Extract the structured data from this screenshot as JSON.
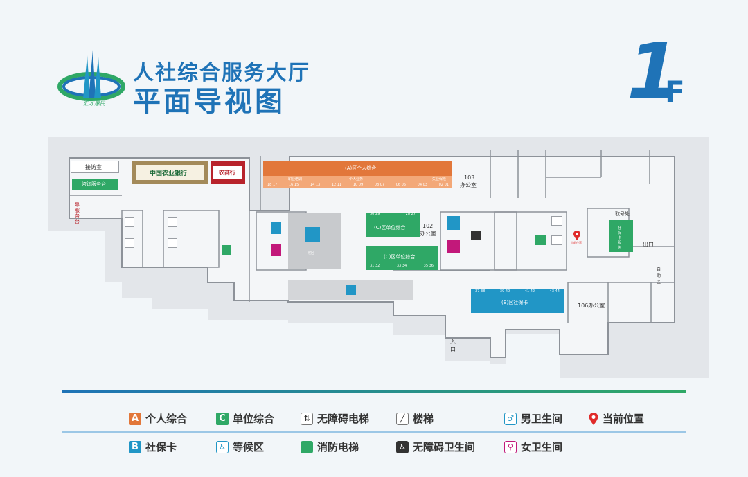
{
  "header": {
    "logo_text": "汇才惠民",
    "title_line1": "人社综合服务大厅",
    "title_line2": "平面导视图",
    "floor_number": "1",
    "floor_suffix": "F"
  },
  "map": {
    "reception": "接访室",
    "consult_desk": "咨询服务台",
    "abc_bank": "中国农业银行",
    "other_bank": "农商行",
    "vertical_tag": "导服务台",
    "a_area_title": "(A)区个人综合",
    "a_sub1": "职业培训",
    "a_sub2": "个人业务",
    "a_sub3": "失业保险",
    "a_windows": [
      "18 17",
      "16 15",
      "14 13",
      "12 11",
      "10 09",
      "08 07",
      "06 05",
      "04 03",
      "02 01"
    ],
    "office_103_num": "103",
    "office_103_text": "办公室",
    "office_102_num": "102",
    "office_102_text": "办公室",
    "office_106": "106办公室",
    "c_top_title": "(C)区单位综合",
    "c_top_windows": [
      "30 29",
      "28 27"
    ],
    "c_bottom_title": "(C)区单位综合",
    "c_bottom_windows": [
      "31 32",
      "33 34",
      "35 36"
    ],
    "b_area_title": "(B)区社保卡",
    "b_windows": [
      "37 38",
      "39 40",
      "41 42",
      "43 44"
    ],
    "waiting_center": "候区",
    "number_machine": "取号处",
    "service_tag": "社保卡服务",
    "current_position": "当前位置",
    "exit": "出口",
    "entrance": "入口",
    "self_service": "自助区"
  },
  "legend": [
    {
      "icon": "letter-a-badge",
      "badge": "A",
      "label": "个人综合",
      "color": "#e2773a"
    },
    {
      "icon": "letter-c-badge",
      "badge": "C",
      "label": "单位综合",
      "color": "#2fa866"
    },
    {
      "icon": "accessible-elevator-icon",
      "label": "无障碍电梯"
    },
    {
      "icon": "stairs-icon",
      "label": "楼梯"
    },
    {
      "icon": "male-restroom-icon",
      "label": "男卫生间",
      "color": "#2196c6"
    },
    {
      "icon": "current-location-pin-icon",
      "label": "当前位置",
      "color": "#e02b2b"
    },
    {
      "icon": "letter-b-badge",
      "badge": "B",
      "label": "社保卡",
      "color": "#2196c6"
    },
    {
      "icon": "waiting-seat-icon",
      "label": "等候区",
      "color": "#2196c6"
    },
    {
      "icon": "fire-elevator-icon",
      "label": "消防电梯",
      "color": "#2fa866"
    },
    {
      "icon": "accessible-restroom-icon",
      "label": "无障碍卫生间"
    },
    {
      "icon": "female-restroom-icon",
      "label": "女卫生间",
      "color": "#c2187a"
    }
  ],
  "colors": {
    "brand_blue": "#1f73b7",
    "orange": "#e2773a",
    "green": "#2fa866",
    "blue": "#2196c6",
    "magenta": "#c2187a",
    "red": "#e02b2b"
  }
}
